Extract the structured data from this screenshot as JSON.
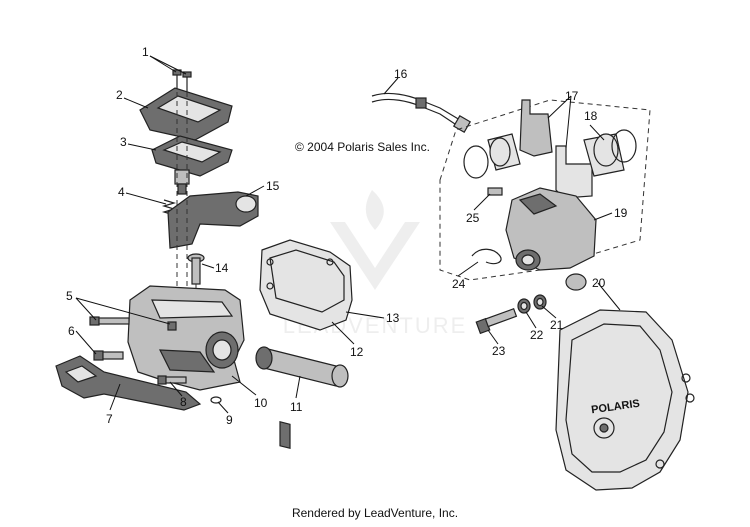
{
  "copyright": "© 2004 Polaris Sales Inc.",
  "footer": "Rendered by LeadVenture, Inc.",
  "watermark": "LEADVENTURE",
  "cover_logo": "POLARIS",
  "callouts": {
    "c1": "1",
    "c2": "2",
    "c3": "3",
    "c4": "4",
    "c5": "5",
    "c6": "6",
    "c7": "7",
    "c8": "8",
    "c9": "9",
    "c10": "10",
    "c11": "11",
    "c12": "12",
    "c13": "13",
    "c14": "14",
    "c15": "15",
    "c16": "16",
    "c17": "17",
    "c18": "18",
    "c19": "19",
    "c20": "20",
    "c21": "21",
    "c22": "22",
    "c23": "23",
    "c24": "24",
    "c25": "25"
  },
  "colors": {
    "ink": "#111111",
    "part_fill": "#bfbfbf",
    "part_dark": "#6e6e6e",
    "watermark": "#d9d9d9"
  }
}
